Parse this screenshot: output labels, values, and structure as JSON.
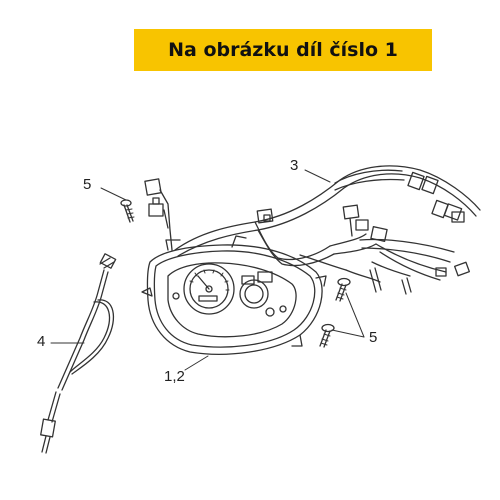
{
  "banner": {
    "text": "Na obrázku díl číslo 1"
  },
  "callouts": {
    "label_1_2": "1,2",
    "label_3": "3",
    "label_4": "4",
    "label_5_top": "5",
    "label_5_right": "5"
  },
  "colors": {
    "banner_bg": "#f8c400",
    "line": "#333333"
  },
  "parts": [
    "speedometer-cluster",
    "wire-harness",
    "speedometer-cable",
    "screw"
  ]
}
